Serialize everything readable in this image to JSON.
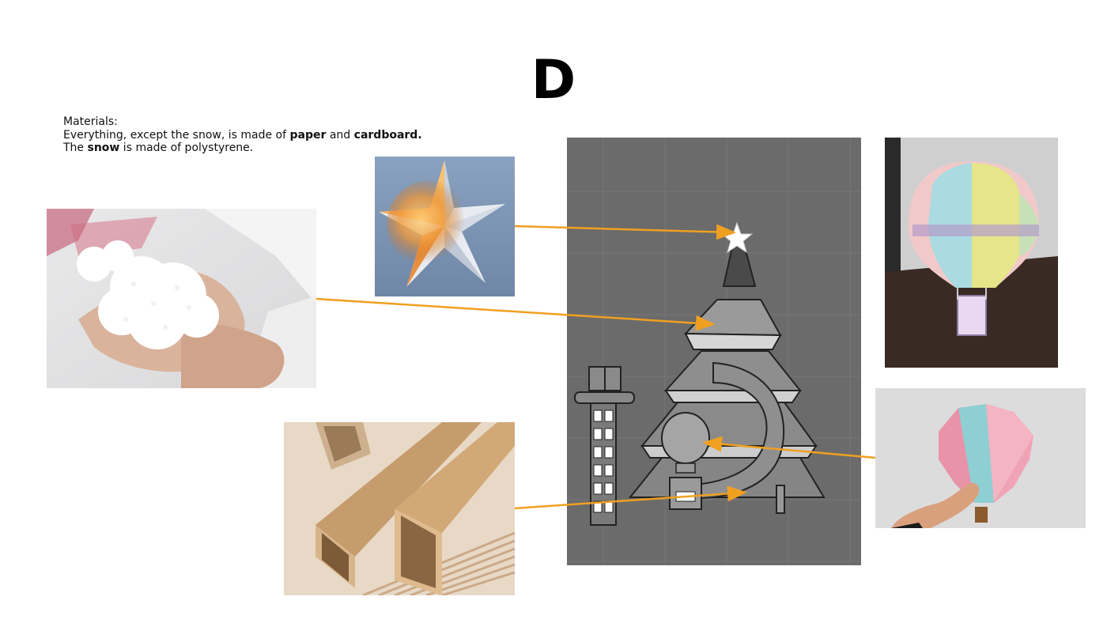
{
  "slide": {
    "letter": "D"
  },
  "materials": {
    "heading": "Materials:",
    "line1_prefix": "Everything, except the snow, is made of ",
    "line1_bold1": "paper",
    "line1_mid": " and ",
    "line1_bold2": "cardboard.",
    "line2_prefix": "The ",
    "line2_bold": "snow",
    "line2_suffix": " is made of polystyrene."
  },
  "images": {
    "snow": "polystyrene-beads-photo",
    "star": "paper-star-lamp-photo",
    "cardboard": "cardboard-tubes-photo",
    "model": "christmas-tree-model-render",
    "balloon1": "paper-hot-air-balloon-photo",
    "balloon2": "paper-hot-air-balloon-in-hand-photo"
  },
  "colors": {
    "arrow": "#f0a020",
    "render_bg": "#6b6b6b"
  }
}
